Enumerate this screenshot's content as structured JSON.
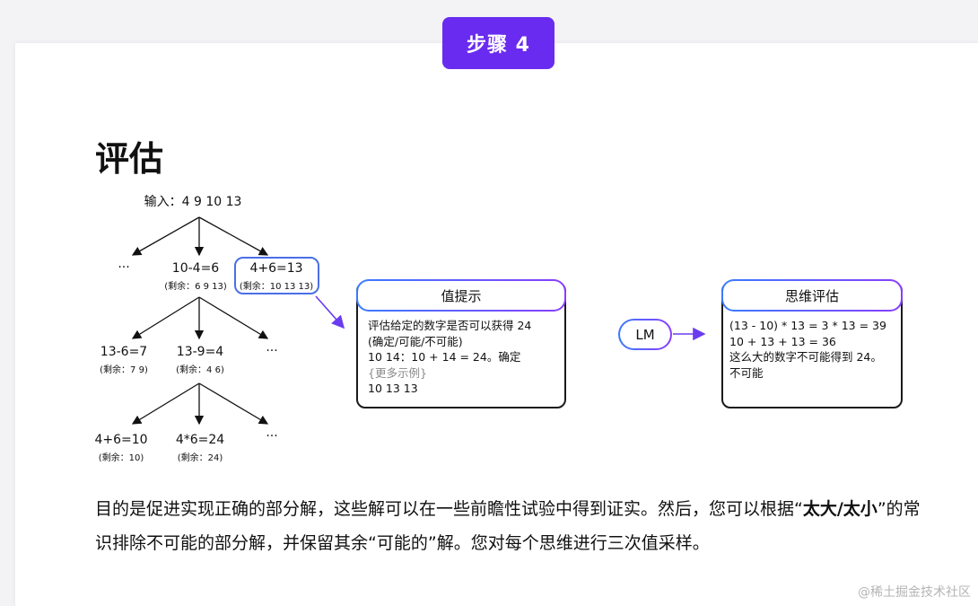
{
  "step_badge": "步骤 4",
  "title": "评估",
  "tree": {
    "input": "输入：4 9 10 13",
    "level1": {
      "left": "···",
      "mid": "10-4=6",
      "mid_sub": "(剩余：6 9 13)",
      "right": "4+6=13",
      "right_sub": "(剩余：10 13 13)"
    },
    "level2": {
      "a": "13-6=7",
      "a_sub": "(剩余：7 9)",
      "b": "13-9=4",
      "b_sub": "(剩余：4 6)",
      "c": "···"
    },
    "level3": {
      "a": "4+6=10",
      "a_sub": "(剩余：10)",
      "b": "4*6=24",
      "b_sub": "(剩余：24)",
      "c": "···"
    }
  },
  "value_prompt": {
    "header": "值提示",
    "line1": "评估给定的数字是否可以获得 24",
    "line2": "(确定/可能/不可能)",
    "line3": "10 14：10 + 14 = 24。确定",
    "line4": "{更多示例}",
    "line5": "10 13 13"
  },
  "lm_label": "LM",
  "thought_eval": {
    "header": "思维评估",
    "line1": "(13 - 10) * 13 = 3 * 13 = 39",
    "line2": "10 + 13 + 13 = 36",
    "line3": "这么大的数字不可能得到 24。",
    "line4": "不可能"
  },
  "paragraph": {
    "part1": "目的是促进实现正确的部分解，这些解可以在一些前瞻性试验中得到证实。然后，您可以根据",
    "quote_open": "“",
    "bold": "太大/太小",
    "quote_close": "”",
    "part2": "的常识排除不可能的部分解，并保留其余“可能的”解。您对每个思维进行三次值采样。"
  },
  "watermark": "@稀土掘金技术社区",
  "colors": {
    "badge": "#6a2bf0",
    "gradient_start": "#3a7bff",
    "gradient_end": "#8a3dff",
    "node_border": "#4b6fe6"
  }
}
